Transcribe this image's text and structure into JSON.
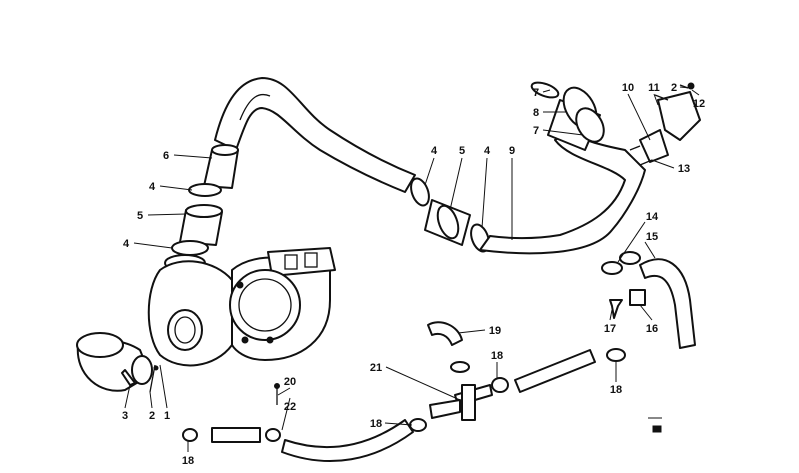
{
  "callouts": [
    "7",
    "8",
    "7",
    "10",
    "11",
    "2",
    "12",
    "13",
    "9",
    "4",
    "5",
    "4",
    "6",
    "4",
    "5",
    "4",
    "14",
    "15",
    "17",
    "16",
    "19",
    "18",
    "18",
    "21",
    "20",
    "22",
    "18",
    "18",
    "3",
    "2",
    "1"
  ]
}
